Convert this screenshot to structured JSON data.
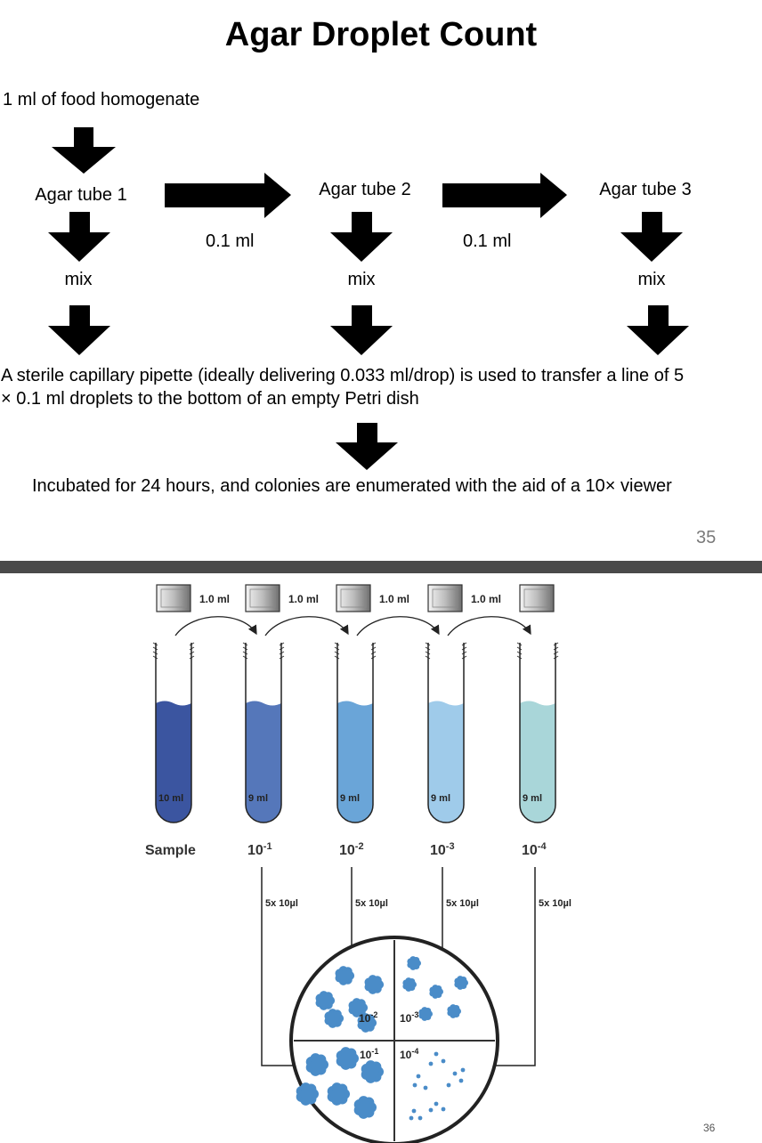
{
  "slide1": {
    "title": "Agar Droplet Count",
    "source": "1 ml of food homogenate",
    "tubes": [
      "Agar tube 1",
      "Agar tube 2",
      "Agar tube 3"
    ],
    "transfer_labels": [
      "0.1 ml",
      "0.1 ml"
    ],
    "mix_label": "mix",
    "pipette_text_line1": "A sterile capillary pipette (ideally delivering 0.033 ml/drop)  is used to transfer a line of 5",
    "pipette_text_line2": "× 0.1 ml droplets to the bottom of an empty Petri dish",
    "incubation_text": "Incubated for 24 hours, and colonies are enumerated with the aid of a 10× viewer",
    "page_number": "35"
  },
  "slide2": {
    "transfer_volume": "1.0 ml",
    "tube_volumes": [
      "10 ml",
      "9 ml",
      "9 ml",
      "9 ml",
      "9 ml"
    ],
    "tube_labels": [
      {
        "base": "Sample",
        "exp": ""
      },
      {
        "base": "10",
        "exp": "-1"
      },
      {
        "base": "10",
        "exp": "-2"
      },
      {
        "base": "10",
        "exp": "-3"
      },
      {
        "base": "10",
        "exp": "-4"
      }
    ],
    "plating_label": "5x 10µl",
    "quadrant_labels": [
      {
        "base": "10",
        "exp": "-2"
      },
      {
        "base": "10",
        "exp": "-3"
      },
      {
        "base": "10",
        "exp": "-1"
      },
      {
        "base": "10",
        "exp": "-4"
      }
    ],
    "liquid_colors": [
      "#3b55a0",
      "#5577ba",
      "#6aa5d8",
      "#9fcbea",
      "#a9d6d9"
    ],
    "colony_color": "#4a8cc8",
    "page_number": "36"
  }
}
